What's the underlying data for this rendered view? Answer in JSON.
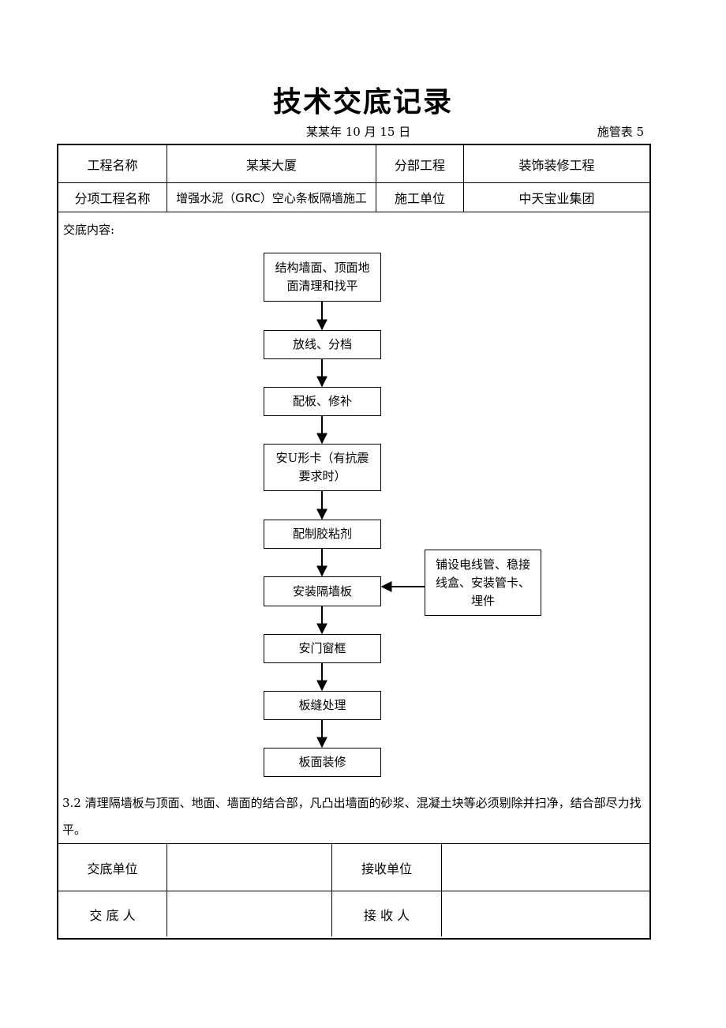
{
  "title": "技术交底记录",
  "date": "某某年 10 月 15 日",
  "form_no": "施管表 5",
  "header": {
    "project_name_label": "工程名称",
    "project_name": "某某大厦",
    "division_label": "分部工程",
    "division": "装饰装修工程",
    "subitem_label": "分项工程名称",
    "subitem": "增强水泥（GRC）空心条板隔墙施工",
    "contractor_label": "施工单位",
    "contractor": "中天宝业集团"
  },
  "content_label": "交底内容:",
  "flowchart": {
    "steps": [
      "结构墙面、顶面地面清理和找平",
      "放线、分档",
      "配板、修补",
      "安U形卡（有抗震要求时）",
      "配制胶粘剂",
      "安装隔墙板",
      "安门窗框",
      "板缝处理",
      "板面装修"
    ],
    "side_step": "铺设电线管、稳接线盒、安装管卡、埋件"
  },
  "note": "3.2 清理隔墙板与顶面、地面、墙面的结合部，凡凸出墙面的砂浆、混凝土块等必须剔除并扫净，结合部尽力找平。",
  "footer": {
    "issuer_unit_label": "交底单位",
    "issuer_unit": "",
    "receiver_unit_label": "接收单位",
    "receiver_unit": "",
    "issuer_label": "交 底 人",
    "issuer": "",
    "receiver_label": "接 收 人",
    "receiver": ""
  }
}
